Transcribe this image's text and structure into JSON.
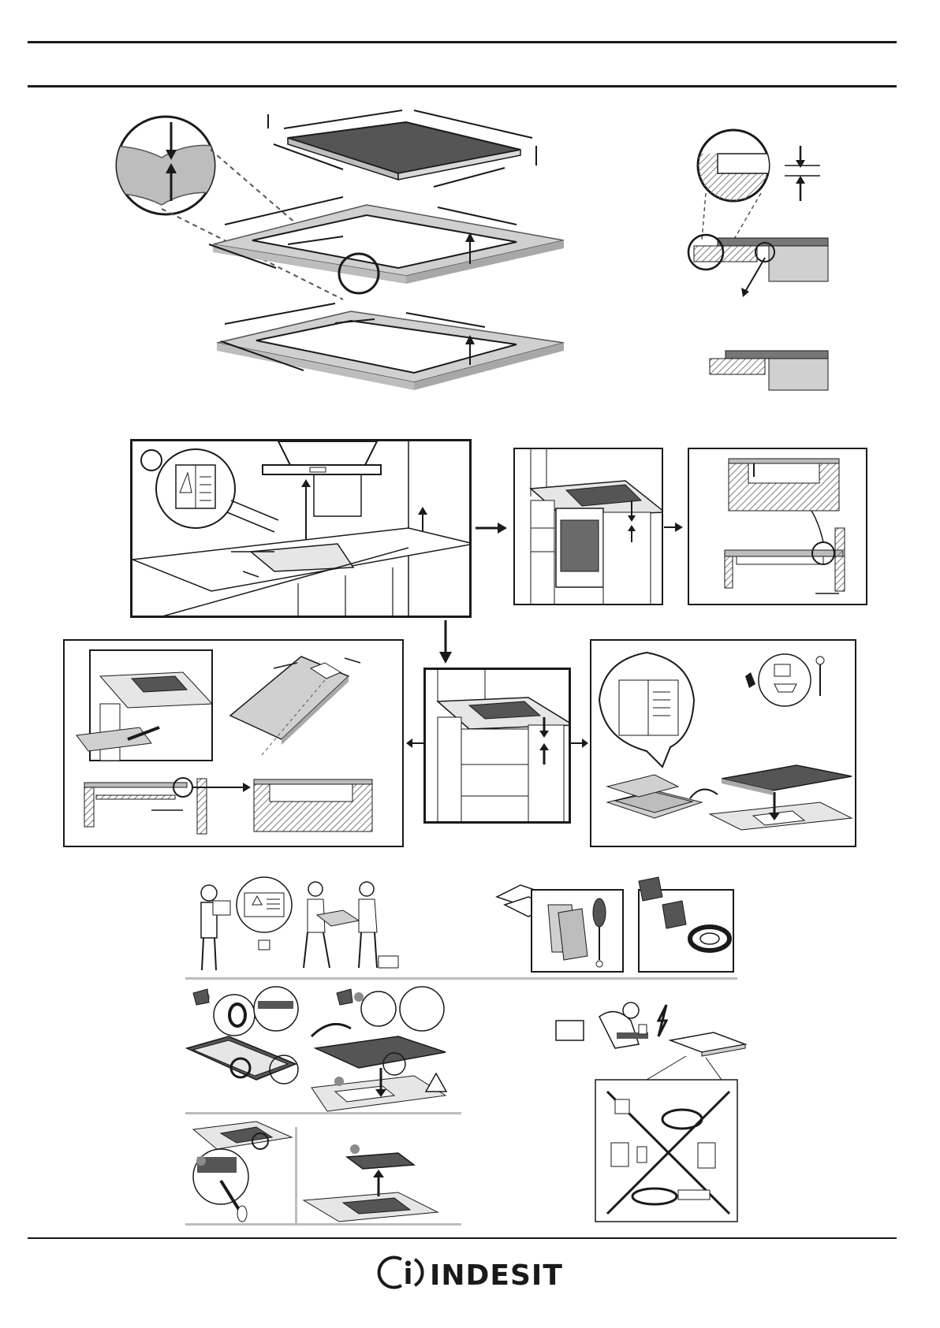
{
  "document": {
    "title": "",
    "page_number": ""
  },
  "brand": {
    "name": "INDESIT",
    "logo_icon": "indesit-i-logo-icon"
  },
  "colors": {
    "ink": "#1a1a1a",
    "gray_fill": "#bdbdbd",
    "dark_fill": "#555555",
    "hatch": "#7a7a7a"
  },
  "figures": [
    {
      "name": "hob-dimensions-figure",
      "icon": "hob-dimension-icon"
    },
    {
      "name": "cutout-dimensions-figure",
      "icon": "worktop-cutout-icon"
    },
    {
      "name": "frame-cutout-figure",
      "icon": "frame-cutout-icon"
    },
    {
      "name": "edge-detail-figure",
      "icon": "edge-section-icon"
    },
    {
      "name": "kitchen-clearance-figure",
      "icon": "kitchen-hood-icon"
    },
    {
      "name": "oven-below-figure",
      "icon": "oven-icon"
    },
    {
      "name": "ventilation-section-figure",
      "icon": "section-hatch-icon"
    },
    {
      "name": "drawer-below-figure",
      "icon": "drawer-icon"
    },
    {
      "name": "panel-cut-figure",
      "icon": "panel-cut-icon"
    },
    {
      "name": "install-seal-figure",
      "icon": "seal-icon"
    },
    {
      "name": "safety-manual-figure",
      "icon": "manual-warning-icon"
    },
    {
      "name": "tools-figure",
      "icon": "tools-icon"
    },
    {
      "name": "electrical-warning-figure",
      "icon": "electric-warning-icon"
    }
  ]
}
